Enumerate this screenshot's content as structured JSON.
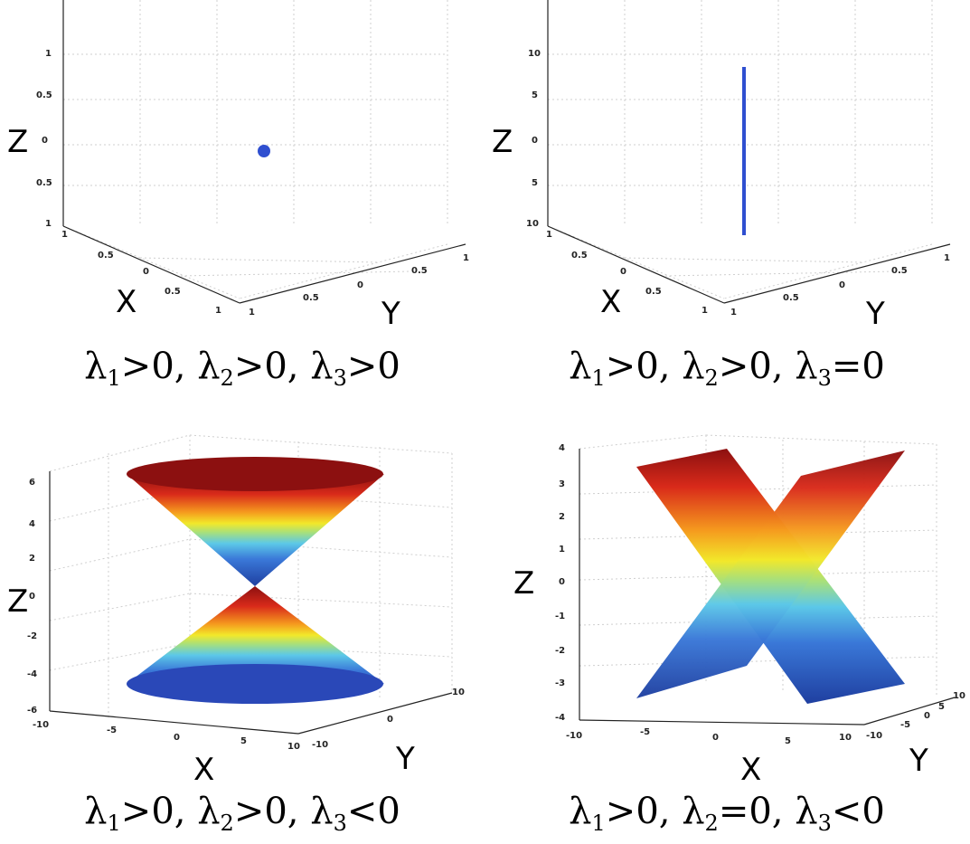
{
  "panels": [
    {
      "case": "point",
      "z_axis": {
        "label": "Z",
        "ticks": [
          "1",
          "0.5",
          "0",
          "0.5",
          "1"
        ]
      },
      "x_axis": {
        "label": "X",
        "ticks": [
          "1",
          "0.5",
          "0",
          "0.5",
          "1"
        ]
      },
      "y_axis": {
        "label": "Y",
        "ticks": [
          "1",
          "0.5",
          "0",
          "0.5",
          "1"
        ]
      },
      "caption": {
        "l1": "λ",
        "s1": "1",
        "t1": ">0, λ",
        "s2": "2",
        "t2": ">0, λ",
        "s3": "3",
        "t3": ">0"
      },
      "color": "#2f4fd0"
    },
    {
      "case": "line",
      "z_axis": {
        "label": "Z",
        "ticks": [
          "10",
          "5",
          "0",
          "5",
          "10"
        ]
      },
      "x_axis": {
        "label": "X",
        "ticks": [
          "1",
          "0.5",
          "0",
          "0.5",
          "1"
        ]
      },
      "y_axis": {
        "label": "Y",
        "ticks": [
          "1",
          "0.5",
          "0",
          "0.5",
          "1"
        ]
      },
      "caption": {
        "l1": "λ",
        "s1": "1",
        "t1": ">0, λ",
        "s2": "2",
        "t2": ">0, λ",
        "s3": "3",
        "t3": "=0"
      },
      "color": "#2f4fd0"
    },
    {
      "case": "cone",
      "z_axis": {
        "label": "Z",
        "ticks": [
          "6",
          "4",
          "2",
          "0",
          "-2",
          "-4",
          "-6"
        ]
      },
      "x_axis": {
        "label": "X",
        "ticks": [
          "-10",
          "-5",
          "0",
          "5",
          "10"
        ]
      },
      "y_axis": {
        "label": "Y",
        "ticks": [
          "-10",
          "0",
          "10"
        ]
      },
      "caption": {
        "l1": "λ",
        "s1": "1",
        "t1": ">0, λ",
        "s2": "2",
        "t2": ">0, λ",
        "s3": "3",
        "t3": "<0"
      }
    },
    {
      "case": "planes",
      "z_axis": {
        "label": "Z",
        "ticks": [
          "4",
          "3",
          "2",
          "1",
          "0",
          "-1",
          "-2",
          "-3",
          "-4"
        ]
      },
      "x_axis": {
        "label": "X",
        "ticks": [
          "-10",
          "-5",
          "0",
          "5",
          "10"
        ]
      },
      "y_axis": {
        "label": "Y",
        "ticks": [
          "-10",
          "-5",
          "0",
          "5",
          "10"
        ]
      },
      "caption": {
        "l1": "λ",
        "s1": "1",
        "t1": ">0, λ",
        "s2": "2",
        "t2": "=0, λ",
        "s3": "3",
        "t3": "<0"
      }
    }
  ],
  "colormap": [
    "#1f3fa0",
    "#3a78d8",
    "#5cc8e8",
    "#a8e07a",
    "#f2e82a",
    "#f59a1e",
    "#d92a1a",
    "#8c1010"
  ]
}
